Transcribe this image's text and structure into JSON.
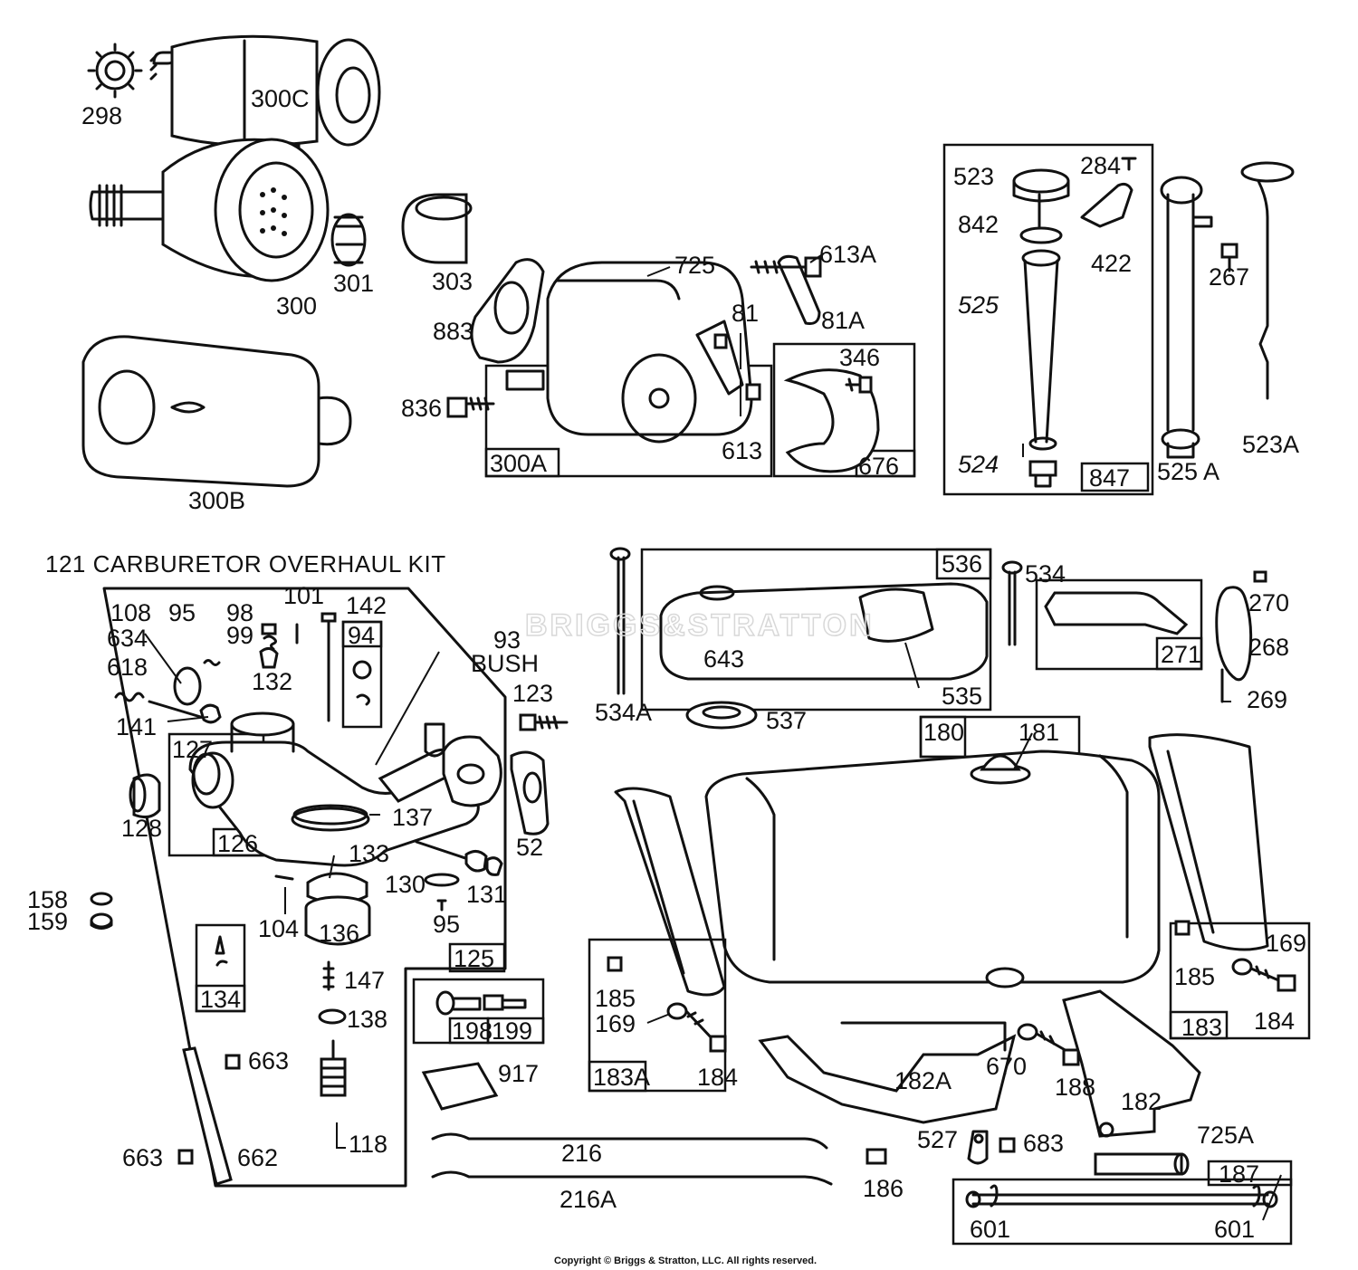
{
  "kit_title": "121 CARBURETOR OVERHAUL KIT",
  "bush_number": "93",
  "bush_text": "BUSH",
  "watermark": "BRIGGS&STRATTON",
  "copyright": "Copyright © Briggs & Stratton, LLC. All rights reserved.",
  "parts": {
    "p298": "298",
    "p300C": "300C",
    "p300": "300",
    "p301": "301",
    "p303": "303",
    "p300B": "300B",
    "p725": "725",
    "p883": "883",
    "p836": "836",
    "p300A": "300A",
    "p613A": "613A",
    "p81A": "81A",
    "p81": "81",
    "p613": "613",
    "p346": "346",
    "p676": "676",
    "p523": "523",
    "p284": "284",
    "p842": "842",
    "p422": "422",
    "p525": "525",
    "p524": "524",
    "p847": "847",
    "p267": "267",
    "p525A": "525 A",
    "p523A": "523A",
    "p108": "108",
    "p634": "634",
    "p95a": "95",
    "p98": "98",
    "p99": "99",
    "p101": "101",
    "p142": "142",
    "p94": "94",
    "p132": "132",
    "p618": "618",
    "p141": "141",
    "p127": "127",
    "p126": "126",
    "p128": "128",
    "p137": "137",
    "p123": "123",
    "p52": "52",
    "p133": "133",
    "p130": "130",
    "p131": "131",
    "p95b": "95",
    "p104": "104",
    "p136": "136",
    "p125": "125",
    "p158": "158",
    "p159": "159",
    "p134": "134",
    "p147": "147",
    "p138": "138",
    "p118": "118",
    "p663a": "663",
    "p663b": "663",
    "p662": "662",
    "p198": "198",
    "p199": "199",
    "p917": "917",
    "p216": "216",
    "p216A": "216A",
    "p536": "536",
    "p534": "534",
    "p534A": "534A",
    "p643": "643",
    "p535": "535",
    "p537": "537",
    "p271": "271",
    "p270": "270",
    "p268": "268",
    "p269": "269",
    "p180": "180",
    "p181": "181",
    "p185a": "185",
    "p169a": "169",
    "p183A": "183A",
    "p184a": "184",
    "p182A": "182A",
    "p670": "670",
    "p188": "188",
    "p182": "182",
    "p185b": "185",
    "p169b": "169",
    "p184b": "184",
    "p183": "183",
    "p527": "527",
    "p683": "683",
    "p186": "186",
    "p725A": "725A",
    "p187": "187",
    "p601a": "601",
    "p601b": "601"
  }
}
